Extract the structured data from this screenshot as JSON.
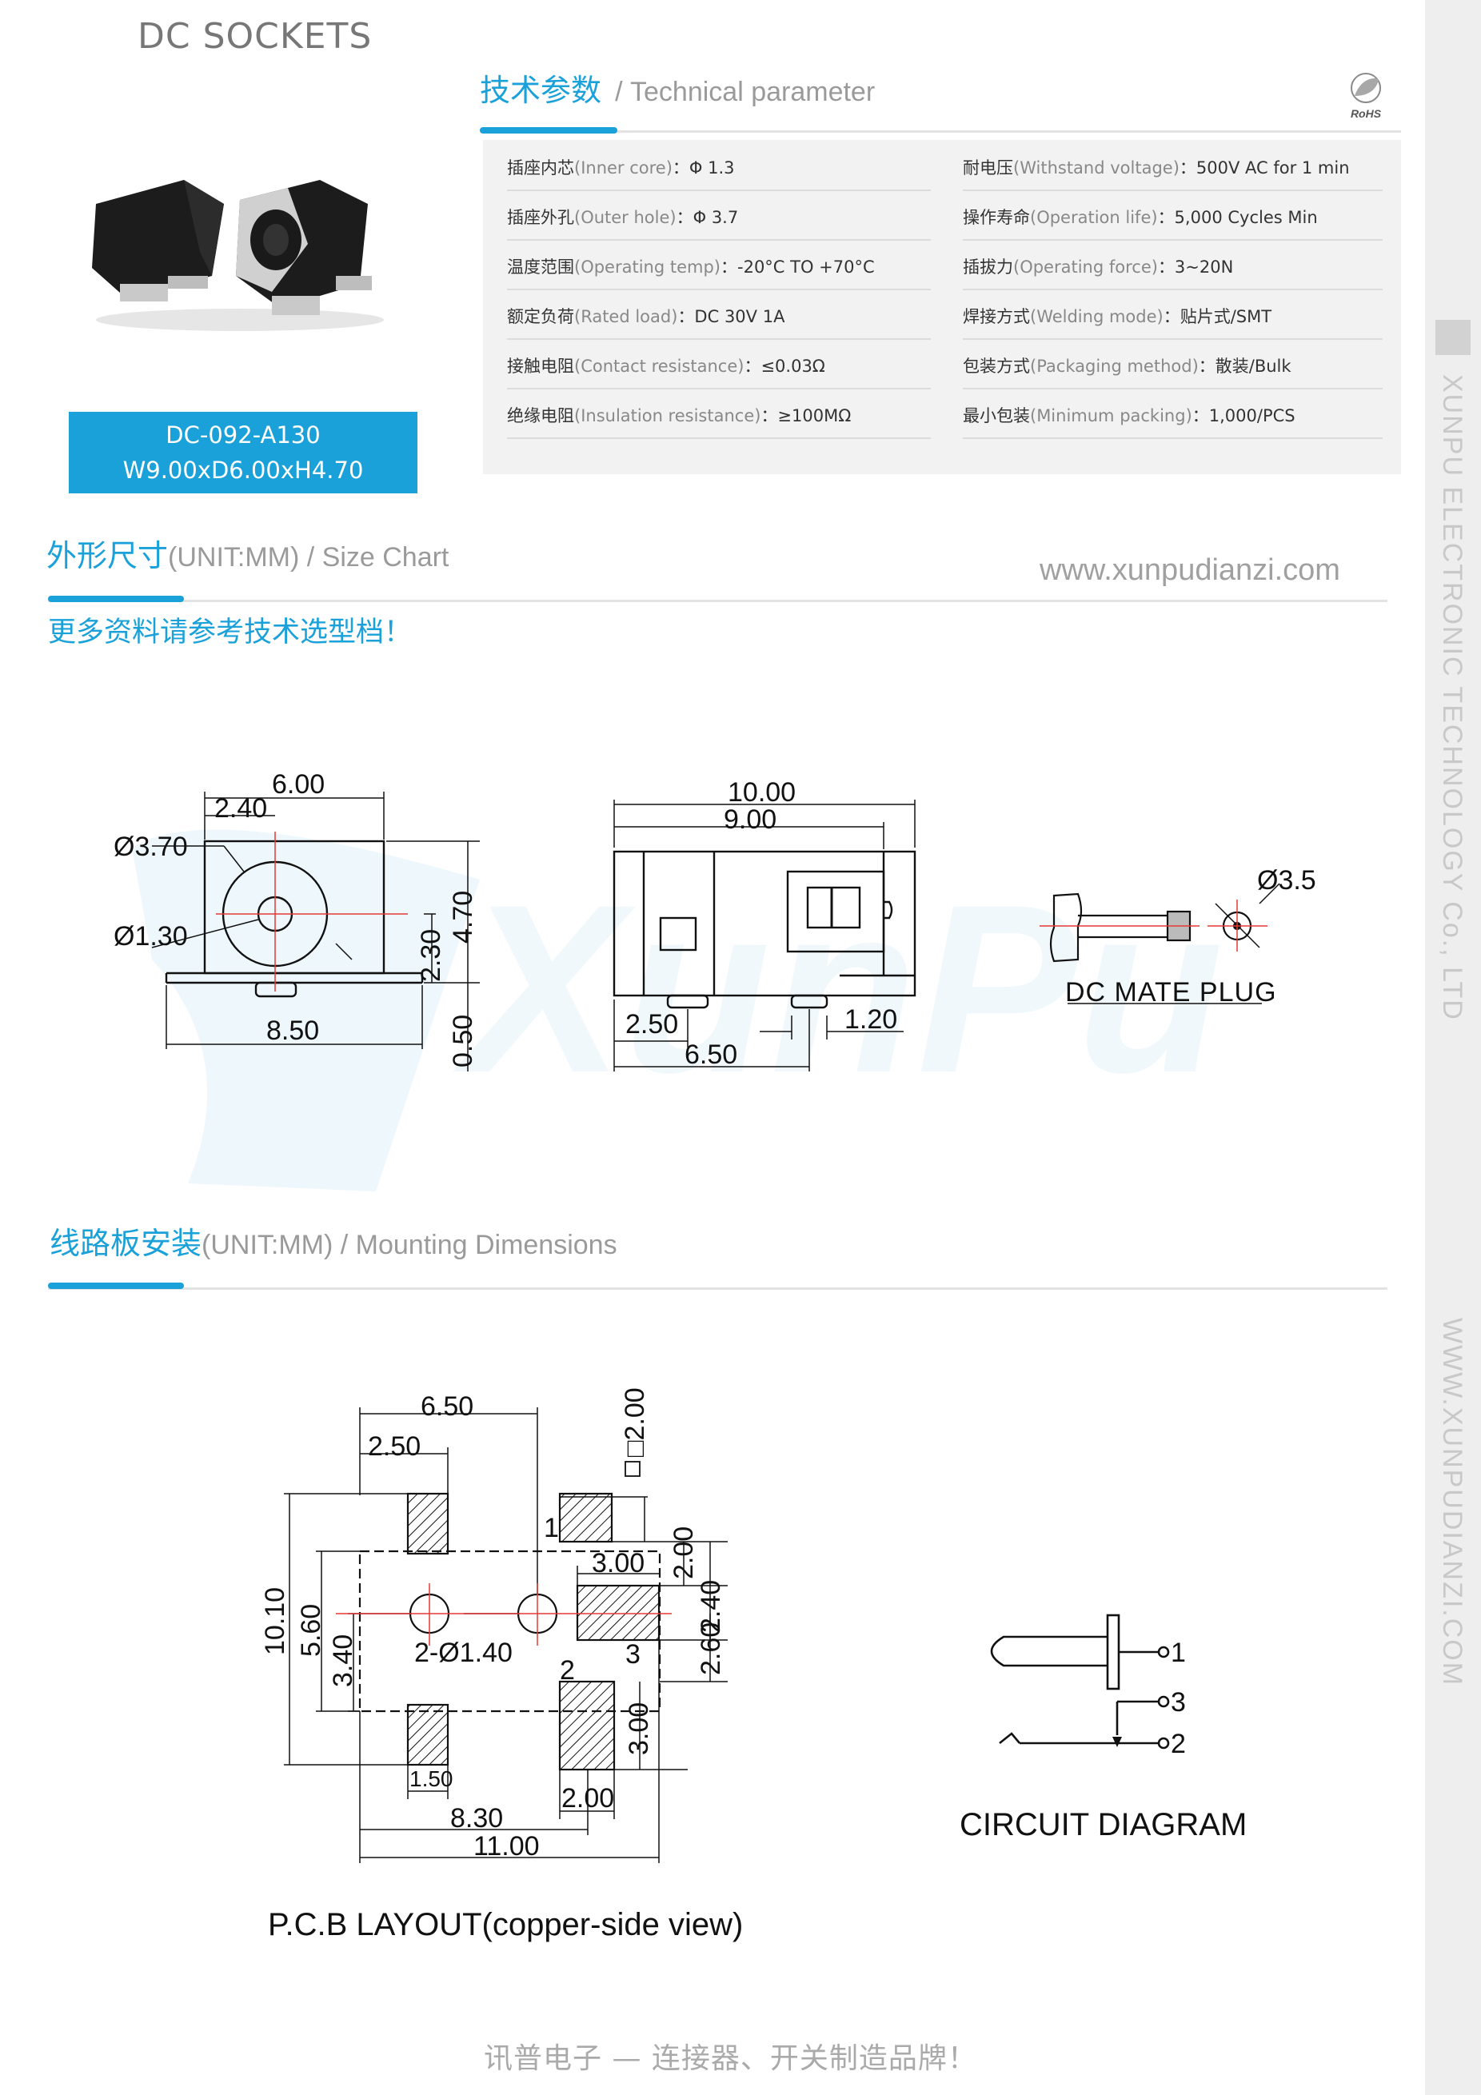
{
  "header": {
    "title": "DC SOCKETS"
  },
  "tech_section": {
    "title_cn": "技术参数",
    "title_en": "/ Technical parameter",
    "rohs_label": "RoHS"
  },
  "params": {
    "left": [
      {
        "label": "插座内芯",
        "en": "(Inner core)",
        "value": "：Φ 1.3"
      },
      {
        "label": "插座外孔",
        "en": "(Outer hole)",
        "value": "：Φ 3.7"
      },
      {
        "label": "温度范围",
        "en": "(Operating temp)",
        "value": "：-20°C TO +70°C"
      },
      {
        "label": "额定负荷",
        "en": "(Rated load)",
        "value": "：DC 30V 1A"
      },
      {
        "label": "接触电阻",
        "en": "(Contact resistance)",
        "value": "：≤0.03Ω"
      },
      {
        "label": "绝缘电阻",
        "en": "(Insulation resistance)",
        "value": "：≥100MΩ"
      }
    ],
    "right": [
      {
        "label": "耐电压",
        "en": "(Withstand voltage)",
        "value": "：500V AC for 1 min"
      },
      {
        "label": "操作寿命",
        "en": "(Operation life)",
        "value": "：5,000 Cycles Min"
      },
      {
        "label": "插拔力",
        "en": "(Operating force)",
        "value": "：3~20N"
      },
      {
        "label": "焊接方式",
        "en": "(Welding mode)",
        "value": "：贴片式/SMT"
      },
      {
        "label": "包装方式",
        "en": "(Packaging method)",
        "value": "：散装/Bulk"
      },
      {
        "label": "最小包装",
        "en": "(Minimum packing)",
        "value": "：1,000/PCS"
      }
    ]
  },
  "product": {
    "model": "DC-092-A130",
    "size": "W9.00xD6.00xH4.70"
  },
  "size_section": {
    "title_cn": "外形尺寸",
    "title_en": "(UNIT:MM) / Size Chart",
    "website": "www.xunpudianzi.com",
    "note": "更多资料请参考技术选型档！"
  },
  "front_view": {
    "d1": "6.00",
    "d2": "2.40",
    "d3": "Ø3.70",
    "d4": "Ø1.30",
    "d5": "8.50",
    "d6": "2.30",
    "d7": "4.70",
    "d8": "0.50"
  },
  "side_view": {
    "d1": "10.00",
    "d2": "9.00",
    "d3": "2.50",
    "d4": "6.50",
    "d5": "1.20"
  },
  "plug_view": {
    "d1": "Ø3.5",
    "label": "DC  MATE  PLUG"
  },
  "mount_section": {
    "title_cn": "线路板安装",
    "title_en": "(UNIT:MM) / Mounting Dimensions"
  },
  "pcb": {
    "d_650": "6.50",
    "d_250": "2.50",
    "d_200sq": "□2.00",
    "d_1010": "10.10",
    "d_560": "5.60",
    "d_340": "3.40",
    "d_300a": "3.00",
    "d_200v": "2.00",
    "d_240": "2.40",
    "d_260": "2.60",
    "d_300b": "3.00",
    "d_150": "1.50",
    "d_200h": "2.00",
    "d_830": "8.30",
    "d_1100": "11.00",
    "hole": "2-Ø1.40",
    "pin1": "1",
    "pin2": "2",
    "pin3": "3",
    "caption": "P.C.B LAYOUT(copper-side view)"
  },
  "circuit": {
    "p1": "1",
    "p3": "3",
    "p2": "2",
    "caption": "CIRCUIT DIAGRAM"
  },
  "side_strip": {
    "text1": "XUNPU ELECTRONIC TECHNOLOGY Co., LTD",
    "text2": "WWW.XUNPUDIANZI.COM"
  },
  "footer": {
    "text": "讯普电子 — 连接器、开关制造品牌！"
  },
  "colors": {
    "accent": "#1aa1d9",
    "panel": "#f2f2f2",
    "strip": "#eeeeee"
  }
}
